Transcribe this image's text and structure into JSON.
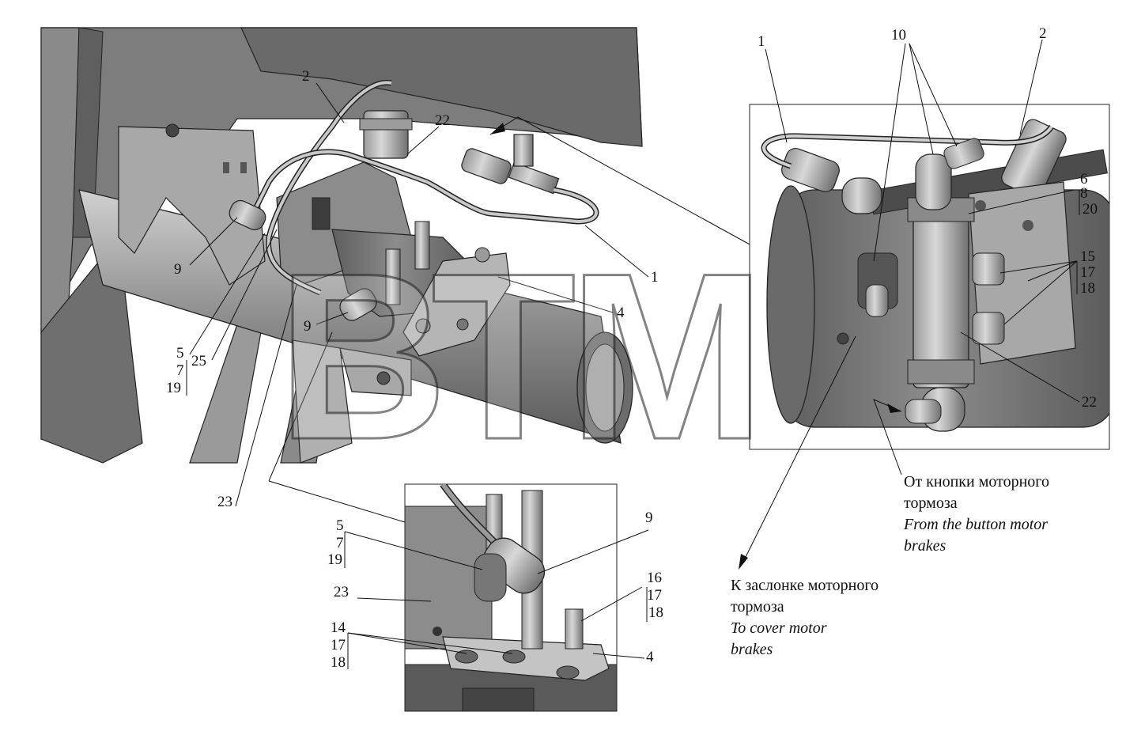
{
  "watermark": "ВТМ",
  "colors": {
    "metal_dark": "#6e6e6e",
    "metal_mid": "#8c8c8c",
    "metal_light": "#b4b4b4",
    "line": "#111111",
    "background": "#ffffff"
  },
  "main_labels": {
    "l2": "2",
    "l22": "22",
    "l9a": "9",
    "l1": "1",
    "l4": "4",
    "l9b": "9",
    "l5": "5",
    "l7": "7",
    "l19": "19",
    "l25": "25",
    "l23": "23"
  },
  "inset_right": {
    "l1": "1",
    "l10": "10",
    "l2": "2",
    "l6": "6",
    "l8": "8",
    "l20": "20",
    "l15": "15",
    "l17": "17",
    "l18": "18",
    "l22": "22"
  },
  "inset_bottom": {
    "l5": "5",
    "l7": "7",
    "l19": "19",
    "l9": "9",
    "l23": "23",
    "l16": "16",
    "l17a": "17",
    "l18a": "18",
    "l14": "14",
    "l17b": "17",
    "l18b": "18",
    "l4": "4"
  },
  "captions": {
    "from_ru_1": "От кнопки моторного",
    "from_ru_2": "тормоза",
    "from_en_1": "From the button motor",
    "from_en_2": "brakes",
    "to_ru_1": "К заслонке моторного",
    "to_ru_2": "тормоза",
    "to_en_1": "To cover motor",
    "to_en_2": "brakes"
  }
}
